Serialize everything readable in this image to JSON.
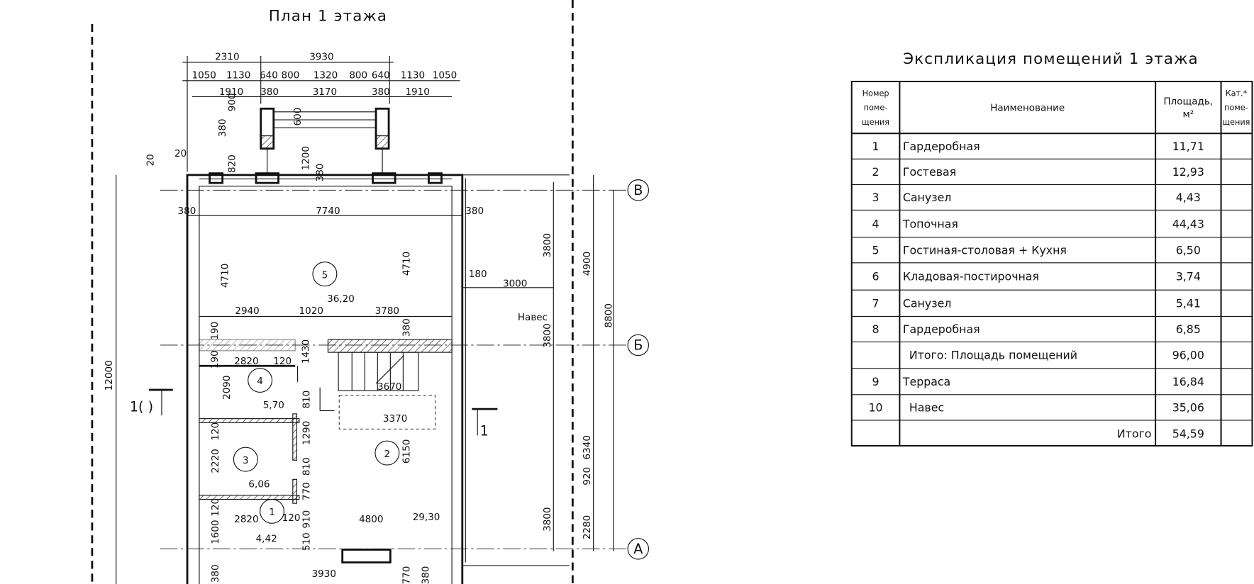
{
  "plan": {
    "title": "План 1 этажа",
    "top_dims_row1": [
      "2310",
      "3930"
    ],
    "top_dims_row2": [
      "1050",
      "1130",
      "640",
      "800",
      "1320",
      "800",
      "640",
      "1130",
      "1050"
    ],
    "top_dims_row3": [
      "1910",
      "380",
      "3170",
      "380",
      "1910"
    ],
    "porch_dims": [
      "380",
      "900",
      "600",
      "820",
      "1200",
      "380",
      "20",
      "20"
    ],
    "overall": [
      "12000",
      "8800",
      "4900",
      "6340",
      "3800",
      "3800",
      "920",
      "2280",
      "3800"
    ],
    "side_dims": [
      "380",
      "7740",
      "380",
      "4710",
      "4710",
      "180",
      "3000"
    ],
    "interior_dims": [
      "2940",
      "1020",
      "3780",
      "380",
      "190",
      "190",
      "1430",
      "2820",
      "120",
      "2090",
      "810",
      "3670",
      "3370",
      "120",
      "1290",
      "2220",
      "810",
      "770",
      "120",
      "2820",
      "120",
      "910",
      "4800",
      "1600",
      "510",
      "6150",
      "380",
      "3930",
      "770",
      "380"
    ],
    "areas": [
      "36,20",
      "5,70",
      "6,06",
      "4,42",
      "29,30"
    ],
    "room_numbers": [
      "5",
      "4",
      "3",
      "2",
      "1"
    ],
    "axes": [
      "В",
      "Б",
      "А"
    ],
    "canopy_label": "Навес",
    "section_marks": [
      "1( )",
      "1"
    ]
  },
  "table": {
    "title": "Экспликация помещений 1 этажа",
    "headers": {
      "num": "Номер\nпоме-\nщения",
      "num_lines": [
        "Номер",
        "поме-",
        "щения"
      ],
      "name": "Наименование",
      "area_lines": [
        "Площадь,",
        "м²"
      ],
      "cat_lines": [
        "Кат.*",
        "поме-",
        "щения"
      ]
    },
    "rows": [
      {
        "num": "1",
        "name": "Гардеробная",
        "area": "11,71"
      },
      {
        "num": "2",
        "name": "Гостевая",
        "area": "12,93"
      },
      {
        "num": "3",
        "name": "Санузел",
        "area": "4,43"
      },
      {
        "num": "4",
        "name": "Топочная",
        "area": "44,43"
      },
      {
        "num": "5",
        "name": "Гостиная-столовая + Кухня",
        "area": "6,50"
      },
      {
        "num": "6",
        "name": "Кладовая-постирочная",
        "area": "3,74"
      },
      {
        "num": "7",
        "name": "Санузел",
        "area": "5,41"
      },
      {
        "num": "8",
        "name": "Гардеробная",
        "area": "6,85"
      },
      {
        "num": "",
        "name": "Итого: Площадь помещений",
        "area": "96,00"
      },
      {
        "num": "9",
        "name": "Терраса",
        "area": "16,84"
      },
      {
        "num": "10",
        "name": "Навес",
        "area": "35,06"
      }
    ],
    "total_label": "Итого",
    "total_value": "54,59"
  }
}
